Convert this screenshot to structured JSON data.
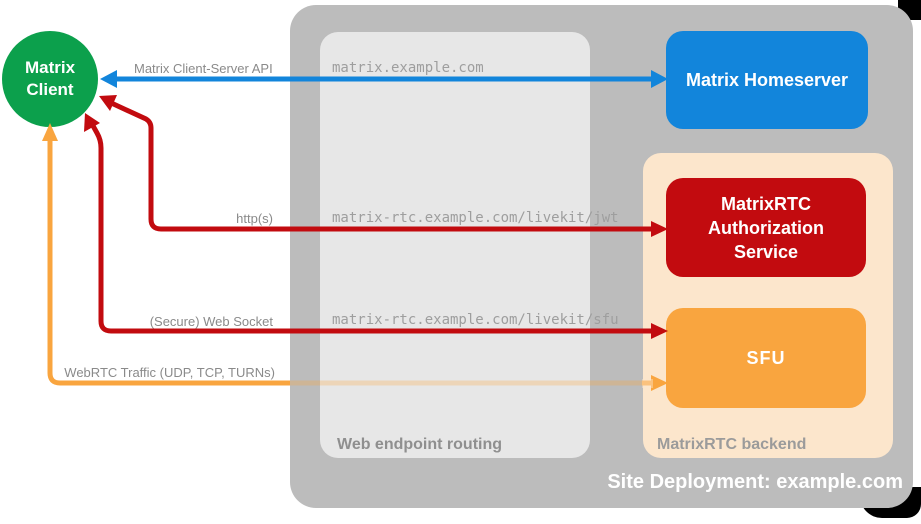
{
  "client": {
    "label": "Matrix Client"
  },
  "site": {
    "label": "Site Deployment: example.com"
  },
  "routing": {
    "label": "Web endpoint routing",
    "endpoints": [
      {
        "host": "matrix.example.com"
      },
      {
        "host": "matrix-rtc.example.com/livekit/jwt"
      },
      {
        "host": "matrix-rtc.example.com/livekit/sfu"
      }
    ]
  },
  "backend": {
    "label": "MatrixRTC backend",
    "nodes": [
      {
        "label": "MatrixRTC Authorization Service"
      },
      {
        "label": "SFU"
      }
    ]
  },
  "homeserver": {
    "label": "Matrix Homeserver"
  },
  "arrows": [
    {
      "label": "Matrix Client-Server API",
      "color": "#1285db",
      "style": "double-headed"
    },
    {
      "label": "http(s)",
      "color": "#c20b0f",
      "style": "to-client-and-auth"
    },
    {
      "label": "(Secure) Web Socket",
      "color": "#c20b0f",
      "style": "to-client-and-sfu"
    },
    {
      "label": "WebRTC Traffic (UDP, TCP, TURNs)",
      "color": "#f9a53f",
      "style": "to-client-and-sfu"
    }
  ],
  "colors": {
    "client_green": "#0ca04c",
    "homeserver_blue": "#1285db",
    "auth_red": "#c20b0f",
    "sfu_orange": "#f9a53f",
    "backend_peach": "#fce6cc",
    "site_gray": "#bcbcbc",
    "routing_gray": "#e7e7e7",
    "label_gray": "#8a8a8a"
  }
}
